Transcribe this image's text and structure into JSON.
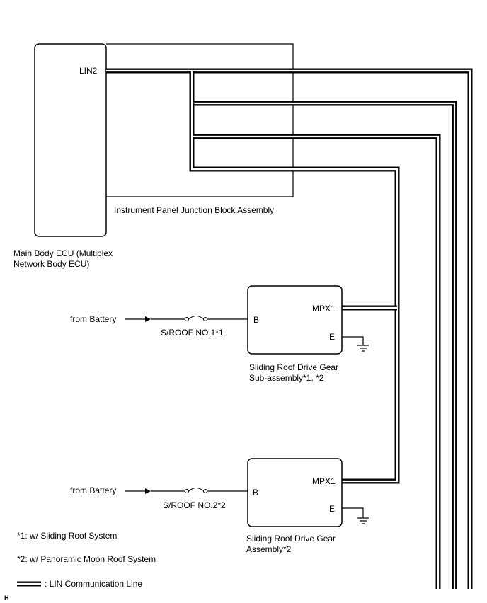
{
  "ecu": {
    "pin": "LIN2",
    "name_line1": "Main Body ECU (Multiplex",
    "name_line2": "Network Body ECU)"
  },
  "junction_block": "Instrument Panel Junction Block Assembly",
  "unit1": {
    "source": "from Battery",
    "fuse": "S/ROOF NO.1*1",
    "pin_b": "B",
    "pin_mpx": "MPX1",
    "pin_e": "E",
    "name_line1": "Sliding Roof Drive Gear",
    "name_line2": "Sub-assembly*1, *2"
  },
  "unit2": {
    "source": "from Battery",
    "fuse": "S/ROOF NO.2*2",
    "pin_b": "B",
    "pin_mpx": "MPX1",
    "pin_e": "E",
    "name_line1": "Sliding Roof Drive Gear",
    "name_line2": "Assembly*2"
  },
  "notes": [
    "*1: w/ Sliding Roof System",
    "*2: w/ Panoramic Moon Roof System"
  ],
  "legend": ": LIN Communication Line",
  "corner_mark": "H"
}
